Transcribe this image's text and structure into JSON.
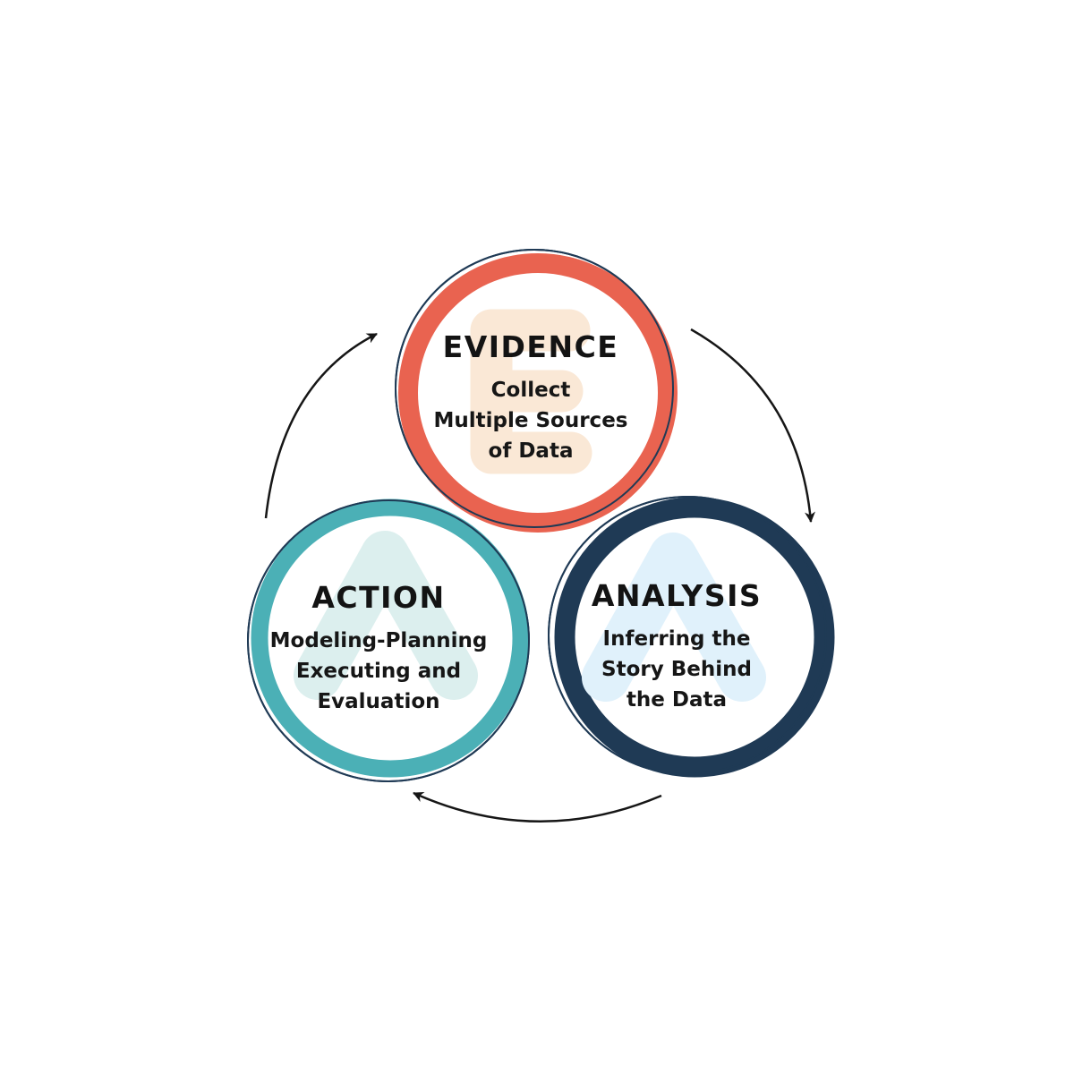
{
  "colors": {
    "background": "#FFFFFF",
    "outline": "#1F3A55",
    "arrow": "#161616",
    "title_text": "#131313",
    "description_text": "#161616"
  },
  "circles": [
    {
      "id": "evidence",
      "label": "EVIDENCE",
      "description": "Collect\nMultiple Sources\nof Data",
      "ring_color": "#E96350",
      "watermark_letter": "E",
      "watermark_color": "#FAE8D6",
      "position": "top"
    },
    {
      "id": "action",
      "label": "ACTION",
      "description": "Modeling-Planning\nExecuting and\nEvaluation",
      "ring_color": "#4BB0B6",
      "watermark_letter": "A",
      "watermark_color": "#DCEFEE",
      "position": "bottom-left"
    },
    {
      "id": "analysis",
      "label": "ANALYSIS",
      "description": "Inferring the\nStory Behind\nthe Data",
      "ring_color": "#1F3A55",
      "watermark_letter": "A",
      "watermark_color": "#E0F1FB",
      "position": "bottom-right"
    }
  ],
  "arrows": [
    {
      "from": "evidence",
      "to": "analysis",
      "direction": "clockwise"
    },
    {
      "from": "analysis",
      "to": "action",
      "direction": "clockwise"
    },
    {
      "from": "action",
      "to": "evidence",
      "direction": "clockwise"
    }
  ]
}
